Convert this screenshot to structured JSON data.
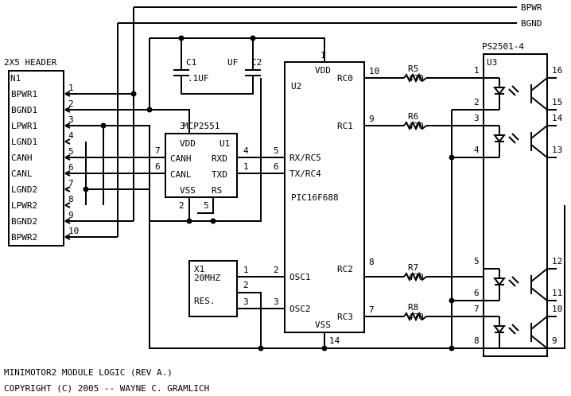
{
  "nets": {
    "bpwr": "BPWR",
    "bgnd": "BGND"
  },
  "header": {
    "title": "2X5 HEADER",
    "ref": "N1",
    "pins": [
      {
        "label": "BPWR1",
        "num": "1"
      },
      {
        "label": "BGND1",
        "num": "2"
      },
      {
        "label": "LPWR1",
        "num": "3"
      },
      {
        "label": "LGND1",
        "num": "4"
      },
      {
        "label": "CANH",
        "num": "5"
      },
      {
        "label": "CANL",
        "num": "6"
      },
      {
        "label": "LGND2",
        "num": "7"
      },
      {
        "label": "LPWR2",
        "num": "8"
      },
      {
        "label": "BGND2",
        "num": "9"
      },
      {
        "label": "BPWR2",
        "num": "10"
      }
    ]
  },
  "caps": {
    "c1": {
      "ref": "C1",
      "value": ".1UF"
    },
    "c2": {
      "ref": "C2",
      "value": "UF"
    }
  },
  "can": {
    "part": "MCP2551",
    "ref": "U1",
    "vdd": "VDD",
    "canh": "CANH",
    "canl": "CANL",
    "vss": "VSS",
    "rxd": "RXD",
    "txd": "TXD",
    "rs": "RS",
    "pin_vdd": "3",
    "pin_canh": "7",
    "pin_canl": "6",
    "pin_rxd": "4",
    "pin_txd": "1",
    "pin_vss": "2",
    "pin_rs": "5"
  },
  "mcu": {
    "part": "PIC16F688",
    "ref": "U2",
    "vdd": "VDD",
    "vss": "VSS",
    "rx": "RX/RC5",
    "tx": "TX/RC4",
    "osc1": "OSC1",
    "osc2": "OSC2",
    "rc0": "RC0",
    "rc1": "RC1",
    "rc2": "RC2",
    "rc3": "RC3",
    "pin_vdd": "1",
    "pin_rx": "5",
    "pin_tx": "6",
    "pin_osc1": "2",
    "pin_osc2": "3",
    "pin_rc0": "10",
    "pin_rc1": "9",
    "pin_rc2": "8",
    "pin_rc3": "7",
    "pin_vss": "14"
  },
  "xtal": {
    "ref": "X1",
    "value": "20MHZ",
    "res": "RES.",
    "pin1": "1",
    "pin2": "2",
    "pin3": "3"
  },
  "resistors": [
    {
      "ref": "R5",
      "value": "470"
    },
    {
      "ref": "R6",
      "value": "470"
    },
    {
      "ref": "R7",
      "value": "470"
    },
    {
      "ref": "R8",
      "value": "470"
    }
  ],
  "opto": {
    "part": "PS2501-4",
    "ref": "U3",
    "left_pins": [
      "1",
      "2",
      "3",
      "4",
      "5",
      "6",
      "7",
      "8"
    ],
    "right_pins": [
      "16",
      "15",
      "14",
      "13",
      "12",
      "11",
      "10",
      "9"
    ]
  },
  "footer": {
    "title": "MINIMOTOR2 MODULE LOGIC (REV A.)",
    "copyright": "COPYRIGHT (C) 2005 -- WAYNE C. GRAMLICH"
  }
}
